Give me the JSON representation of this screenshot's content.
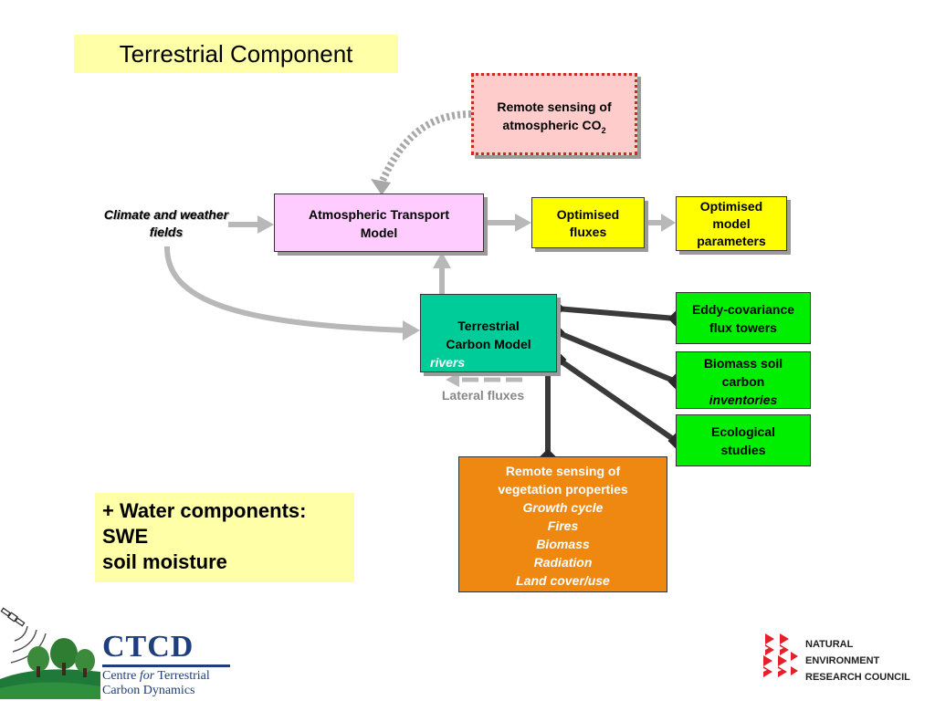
{
  "title": "Terrestrial Component",
  "nodes": {
    "climate": {
      "line1": "Climate and weather",
      "line2": "fields"
    },
    "atm_transport": {
      "line1": "Atmospheric Transport",
      "line2": "Model"
    },
    "remote_co2": {
      "line1": "Remote sensing of",
      "line2": "atmospheric CO",
      "sub": "2"
    },
    "opt_fluxes": {
      "line1": "Optimised",
      "line2": "fluxes"
    },
    "opt_params": {
      "line1": "Optimised",
      "line2": "model",
      "line3": "parameters"
    },
    "terrestrial": {
      "line1": "Terrestrial",
      "line2": "Carbon Model",
      "italic": "rivers"
    },
    "lateral": "Lateral fluxes",
    "eddy": {
      "line1": "Eddy-covariance",
      "line2": "flux towers"
    },
    "biomass": {
      "line1": "Biomass soil",
      "line2": "carbon",
      "italic": "inventories"
    },
    "ecological": {
      "line1": "Ecological",
      "line2": "studies"
    },
    "remote_veg": {
      "line1": "Remote sensing of",
      "line2": "vegetation properties",
      "items": [
        "Growth cycle",
        "Fires",
        "Biomass",
        "Radiation",
        "Land cover/use"
      ]
    }
  },
  "water_note": {
    "line1": "+ Water components:",
    "line2": "SWE",
    "line3": "soil moisture"
  },
  "logos": {
    "ctcd": {
      "acronym": "CTCD",
      "line1a": "Centre ",
      "line1b": "for",
      "line1c": " Terrestrial",
      "line2": "Carbon Dynamics"
    },
    "nerc": {
      "line1": "NATURAL",
      "line2": "ENVIRONMENT",
      "line3": "RESEARCH COUNCIL"
    }
  },
  "colors": {
    "title_bg": "#ffffa8",
    "atm_transport": "#ffccff",
    "remote_co2": "#ffcccc",
    "optimised": "#ffff00",
    "terrestrial": "#00cc99",
    "observations": "#00ee00",
    "remote_veg": "#ee8811",
    "ctcd_blue": "#1f3e7c",
    "nerc_red": "#e4202a"
  }
}
